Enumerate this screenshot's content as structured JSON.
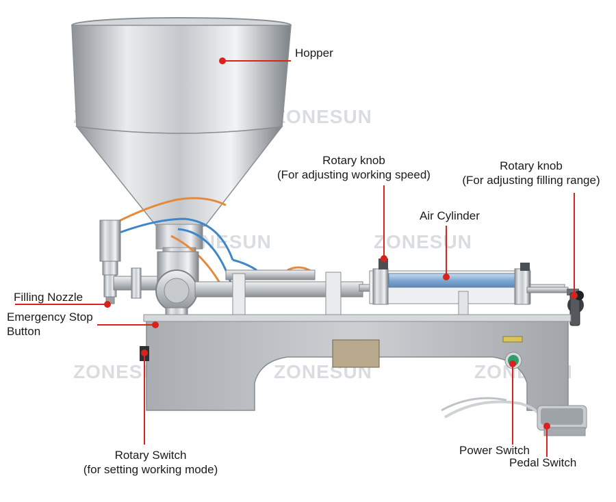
{
  "watermark": "ZONESUN",
  "colors": {
    "leader": "#d9221c",
    "steel_light": "#e4e6e8",
    "steel_mid": "#b8bcc0",
    "steel_dark": "#7d8287",
    "cylinder_blue": "#8fb7d9",
    "tube_orange": "#e58a3a",
    "tube_blue": "#3d86c9",
    "button_green": "#2e9f6a"
  },
  "labels": {
    "hopper": {
      "line1": "Hopper"
    },
    "speed_knob": {
      "line1": "Rotary knob",
      "line2": "(For adjusting working speed)"
    },
    "range_knob": {
      "line1": "Rotary knob",
      "line2": "(For adjusting filling range)"
    },
    "air_cylinder": {
      "line1": "Air Cylinder"
    },
    "filling_nozzle": {
      "line1": "Filling Nozzle"
    },
    "emergency_stop": {
      "line1": "Emergency Stop",
      "line2": "Button"
    },
    "rotary_switch": {
      "line1": "Rotary Switch",
      "line2": "(for setting working mode)"
    },
    "power_switch": {
      "line1": "Power Switch"
    },
    "pedal_switch": {
      "line1": "Pedal Switch"
    }
  },
  "icons": {
    "power": "green-round-button-icon",
    "pedal": "foot-pedal-icon",
    "knob": "knurled-knob-icon"
  }
}
